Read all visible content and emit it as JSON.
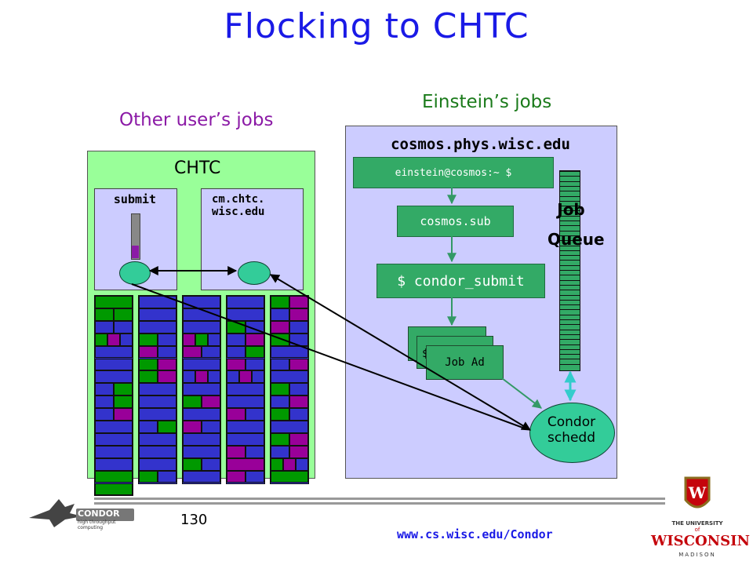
{
  "slide": {
    "title": "Flocking to CHTC",
    "page_number": "130",
    "footer_url": "www.cs.wisc.edu/Condor"
  },
  "labels": {
    "other_users_jobs": "Other user’s jobs",
    "einsteins_jobs": "Einstein’s jobs"
  },
  "chtc": {
    "title": "CHTC",
    "submit_label": "submit",
    "cm_label_line1": "cm.chtc.",
    "cm_label_line2": "wisc.edu"
  },
  "cosmos": {
    "hostname": "cosmos.phys.wisc.edu",
    "prompt": "einstein@cosmos:~ $",
    "sub_file": "cosmos.sub",
    "submit_cmd": "$ condor_submit",
    "job_ad_label": "Job Ad",
    "job_ad_stack_hint": "$",
    "job_queue_line1": "Job",
    "job_queue_line2": "Queue",
    "schedd_line1": "Condor",
    "schedd_line2": "schedd"
  },
  "logos": {
    "condor_text": "CONDOR",
    "condor_tagline": "high throughput computing",
    "uw_line1": "THE UNIVERSITY",
    "uw_line2": "of",
    "uw_line3": "WISCONSIN",
    "uw_line4": "MADISON"
  },
  "colors": {
    "cell_blue": "#3333cc",
    "cell_green": "#009900",
    "cell_purple": "#990099",
    "arrow_green": "#339966",
    "arrow_teal": "#33cccc",
    "arrow_black": "#000000"
  },
  "cluster": {
    "columns": [
      [
        "g",
        "gg",
        "bb",
        "gpb",
        "b",
        "b",
        "b",
        "bg",
        "bg",
        "bp",
        "b",
        "b",
        "b",
        "b",
        "g",
        "g"
      ],
      [
        "b",
        "b",
        "b",
        "gb",
        "pb",
        "gp",
        "gp",
        "b",
        "b",
        "b",
        "bg",
        "b",
        "b",
        "b",
        "gb"
      ],
      [
        "b",
        "b",
        "b",
        "pgb",
        "pb",
        "b",
        "bpb",
        "b",
        "gp",
        "b",
        "pb",
        "b",
        "b",
        "gb",
        "b"
      ],
      [
        "b",
        "b",
        "gb",
        "bp",
        "bg",
        "pb",
        "bpb",
        "b",
        "b",
        "pb",
        "b",
        "b",
        "pb",
        "p",
        "pb"
      ],
      [
        "gp",
        "bp",
        "pb",
        "gb",
        "b",
        "bp",
        "b",
        "gb",
        "bp",
        "gb",
        "b",
        "gp",
        "bp",
        "gpb",
        "g"
      ]
    ]
  }
}
